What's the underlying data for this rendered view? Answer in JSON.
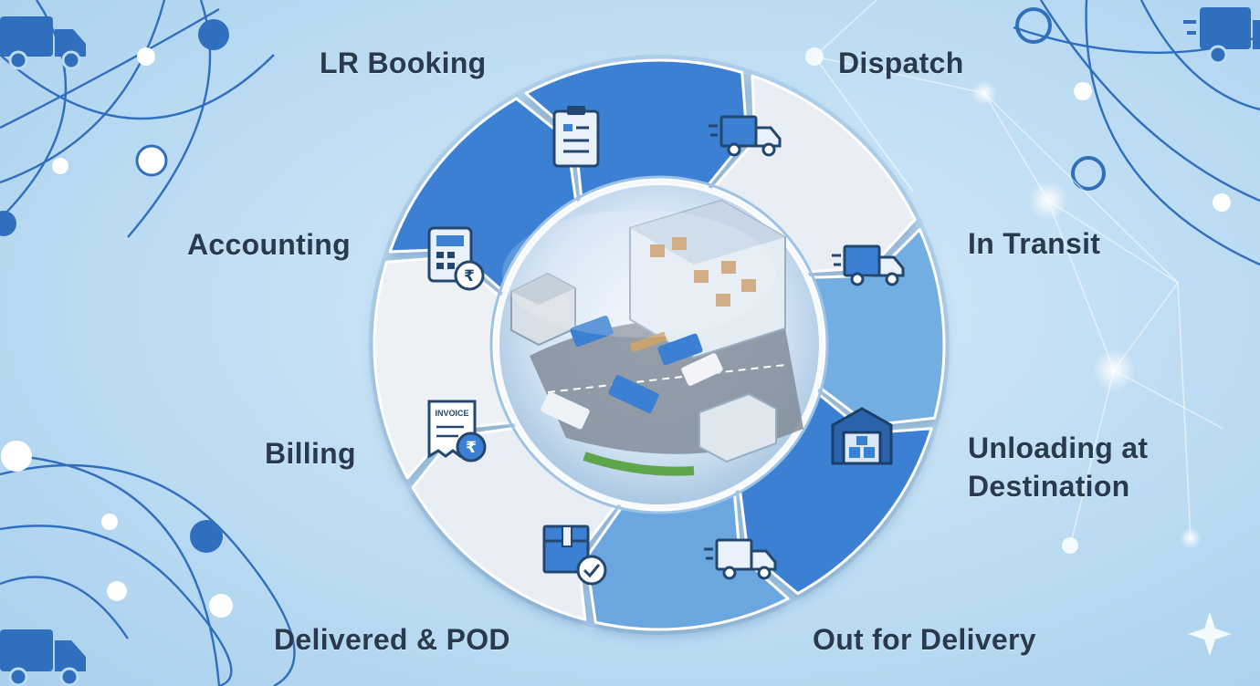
{
  "colors": {
    "background": "#bcdcf3",
    "accent_blue": "#3a7fd0",
    "mid_blue": "#6ba7e0",
    "light_segment": "#e8eef5",
    "network_line": "#2f6fbd",
    "text": "#2a3a4e"
  },
  "stages": [
    {
      "label": "LR Booking",
      "icon": "clipboard-icon",
      "fill": "#3b80d2"
    },
    {
      "label": "Dispatch",
      "icon": "truck-icon",
      "fill": "#e9eef5"
    },
    {
      "label": "In Transit",
      "icon": "truck-icon",
      "fill": "#73aee2"
    },
    {
      "label": "Unloading at Destination",
      "label_lines": [
        "Unloading at",
        "Destination"
      ],
      "icon": "warehouse-icon",
      "fill": "#3b80d2"
    },
    {
      "label": "Out for Delivery",
      "icon": "truck-icon",
      "fill": "#6aa6df"
    },
    {
      "label": "Delivered & POD",
      "icon": "package-check-icon",
      "fill": "#e9eef5"
    },
    {
      "label": "Billing",
      "icon": "invoice-icon",
      "fill": "#edf1f6"
    },
    {
      "label": "Accounting",
      "icon": "calculator-icon",
      "fill": "#3b80d2"
    }
  ],
  "invoice_icon_text": "INVOICE",
  "currency_symbol": "₹"
}
